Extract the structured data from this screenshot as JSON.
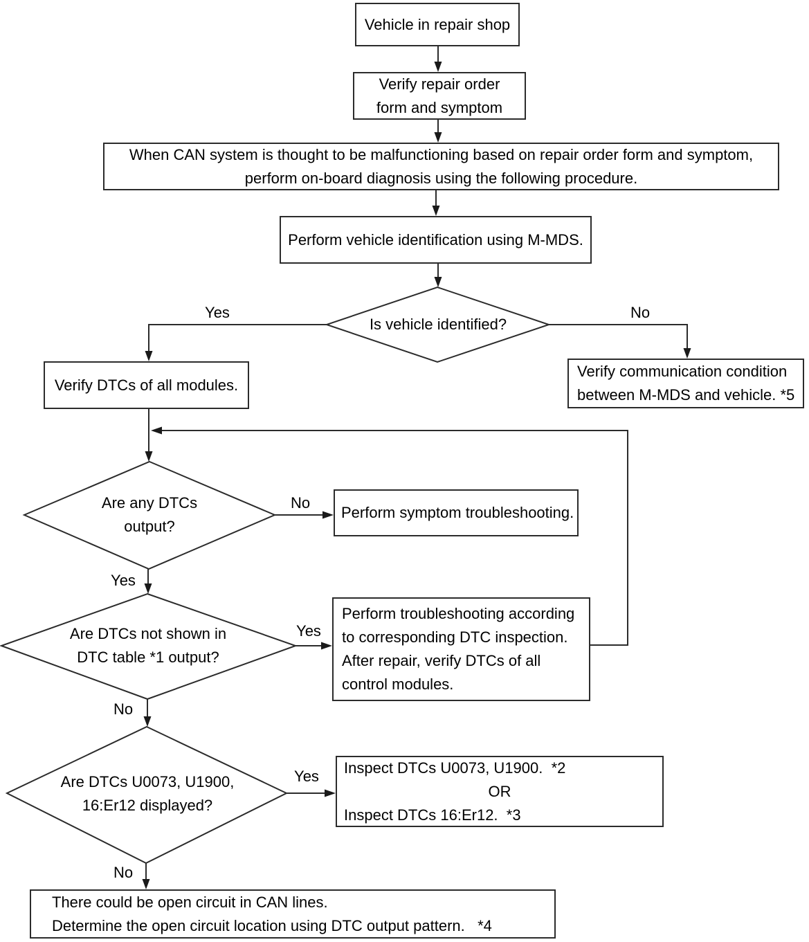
{
  "flowchart": {
    "nodes": {
      "vehicle_in_repair_shop": {
        "text": "Vehicle in repair shop"
      },
      "verify_repair_order": {
        "text": "Verify repair order\nform and symptom"
      },
      "when_can_system": {
        "text": "When CAN system is thought to be malfunctioning based on repair order form and symptom,\nperform on-board diagnosis using the following procedure."
      },
      "perform_vehicle_identification": {
        "text": "Perform vehicle identification using M-MDS."
      },
      "is_vehicle_identified": {
        "text": "Is vehicle identified?"
      },
      "verify_dtcs_all_modules": {
        "text": "Verify DTCs of all modules."
      },
      "verify_communication_condition": {
        "text": "Verify communication condition\nbetween M-MDS and vehicle. *5"
      },
      "are_any_dtcs_output": {
        "text": "Are any DTCs\noutput?"
      },
      "perform_symptom_troubleshooting": {
        "text": "Perform symptom troubleshooting."
      },
      "are_dtcs_not_shown": {
        "text": "Are DTCs not shown in\nDTC table *1 output?"
      },
      "perform_troubleshooting_dtc": {
        "text": "Perform troubleshooting according\nto corresponding DTC inspection.\nAfter repair, verify DTCs of all\ncontrol modules."
      },
      "are_dtcs_u0073_u1900": {
        "text": "Are DTCs U0073, U1900,\n16:Er12 displayed?"
      },
      "inspect_dtcs": {
        "line1": "Inspect DTCs U0073, U1900.  *2",
        "line2": "OR",
        "line3": "Inspect DTCs 16:Er12.  *3"
      },
      "open_circuit": {
        "text": "There could be open circuit in CAN lines.\nDetermine the open circuit location using DTC output pattern.   *4"
      }
    },
    "labels": {
      "identified_yes": "Yes",
      "identified_no": "No",
      "any_dtcs_no": "No",
      "any_dtcs_yes": "Yes",
      "not_shown_yes": "Yes",
      "not_shown_no": "No",
      "u0073_yes": "Yes",
      "u0073_no": "No"
    },
    "colors": {
      "line": "#2b2b2b",
      "text": "#000000",
      "background": "#ffffff"
    }
  }
}
